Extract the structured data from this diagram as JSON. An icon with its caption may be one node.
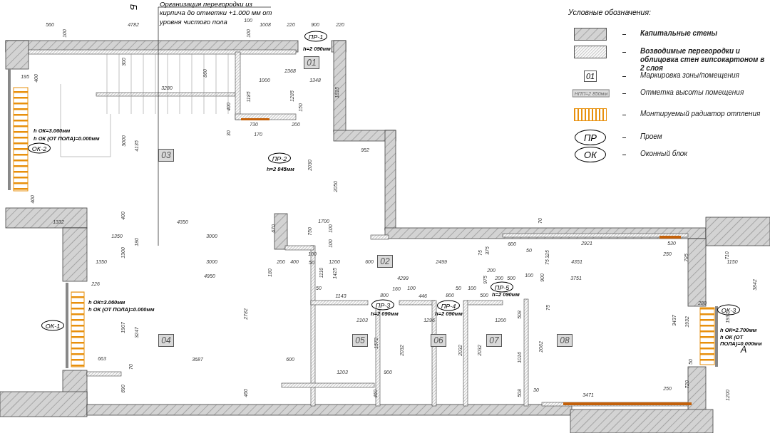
{
  "diagram": {
    "nodes": [
      {
        "text": [
          "01"
        ]
      },
      {
        "text": [
          "02"
        ]
      },
      {
        "text": [
          "03"
        ]
      },
      {
        "text": [
          "04"
        ]
      },
      {
        "text": [
          "05"
        ]
      },
      {
        "text": [
          "06"
        ]
      },
      {
        "text": [
          "07"
        ]
      },
      {
        "text": [
          "08"
        ]
      },
      {
        "text": [
          "ПР-1"
        ],
        "beside": [
          "h=2 090мм"
        ]
      },
      {
        "text": [
          "ПР-2"
        ],
        "beside": [
          "h=2 845мм"
        ]
      },
      {
        "text": [
          "ПР-3"
        ],
        "beside": [
          "h=2 090мм"
        ]
      },
      {
        "text": [
          "ПР-4"
        ],
        "beside": [
          "h=2 090мм"
        ]
      },
      {
        "text": [
          "ПР-5"
        ],
        "beside": [
          "h=2 090мм"
        ]
      },
      {
        "text": [
          "ОК-2"
        ],
        "beside": [
          "h ОК=3.060мм",
          "h ОК (ОТ ПОЛА)=0.000мм"
        ]
      },
      {
        "text": [
          "ОК-1"
        ],
        "beside": [
          "h ОК=3.060мм",
          "h ОК (ОТ ПОЛА)=0.000мм"
        ]
      },
      {
        "text": [
          "ОК-3"
        ],
        "beside": [
          "h ОК=2.700мм",
          "h ОК (ОТ ПОЛА)=0.000мм"
        ]
      }
    ],
    "edges": [],
    "labels": [
      "Б",
      "Организация перегородки из кирпича до отметки +1.000 мм от уровня чистого пола",
      "Условные обозначения:",
      "01",
      "НПП=2 850мм",
      "ПР",
      "ОК",
      "А",
      "560",
      "4782",
      "100",
      "1008",
      "220",
      "900",
      "220",
      "100",
      "100",
      "300",
      "860",
      "3280",
      "2368",
      "1000",
      "1348",
      "195",
      "400",
      "1185",
      "1285",
      "1815",
      "400",
      "150",
      "730",
      "200",
      "30",
      "170",
      "952",
      "3000",
      "4135",
      "2030",
      "2050",
      "400",
      "1332",
      "400",
      "4350",
      "670",
      "1700",
      "750",
      "100",
      "1350",
      "3000",
      "180",
      "100",
      "1300",
      "1350",
      "3000",
      "200",
      "400",
      "100",
      "50",
      "1200",
      "600",
      "2499",
      "4950",
      "180",
      "1110",
      "1425",
      "4299",
      "226",
      "1907",
      "3247",
      "2782",
      "50",
      "1143",
      "800",
      "160",
      "100",
      "446",
      "800",
      "50",
      "100",
      "500",
      "975",
      "200",
      "500",
      "100",
      "900",
      "600",
      "50",
      "2921",
      "70",
      "375",
      "75",
      "325",
      "75",
      "200",
      "4351",
      "250",
      "530",
      "785",
      "3751",
      "1150",
      "710",
      "3842",
      "2103",
      "1296",
      "1200",
      "508",
      "75",
      "1572",
      "2032",
      "2032",
      "2032",
      "1016",
      "2062",
      "3437",
      "1932",
      "1932",
      "280",
      "50",
      "508",
      "30",
      "3471",
      "250",
      "720",
      "1200",
      "663",
      "3687",
      "600",
      "70",
      "690",
      "460",
      "1203",
      "900",
      "460"
    ],
    "legend": [
      {
        "text": "Капитальные стены"
      },
      {
        "text": "Возводимые перегородки и облицовка стен гипсокартоном в 2 слоя"
      },
      {
        "text": "Маркировка зоны/помещения"
      },
      {
        "text": "Отметка высоты помещения"
      },
      {
        "text": "Монтируемый радиатор отпления"
      },
      {
        "text": "Проем"
      },
      {
        "text": "Оконный блок"
      }
    ]
  }
}
